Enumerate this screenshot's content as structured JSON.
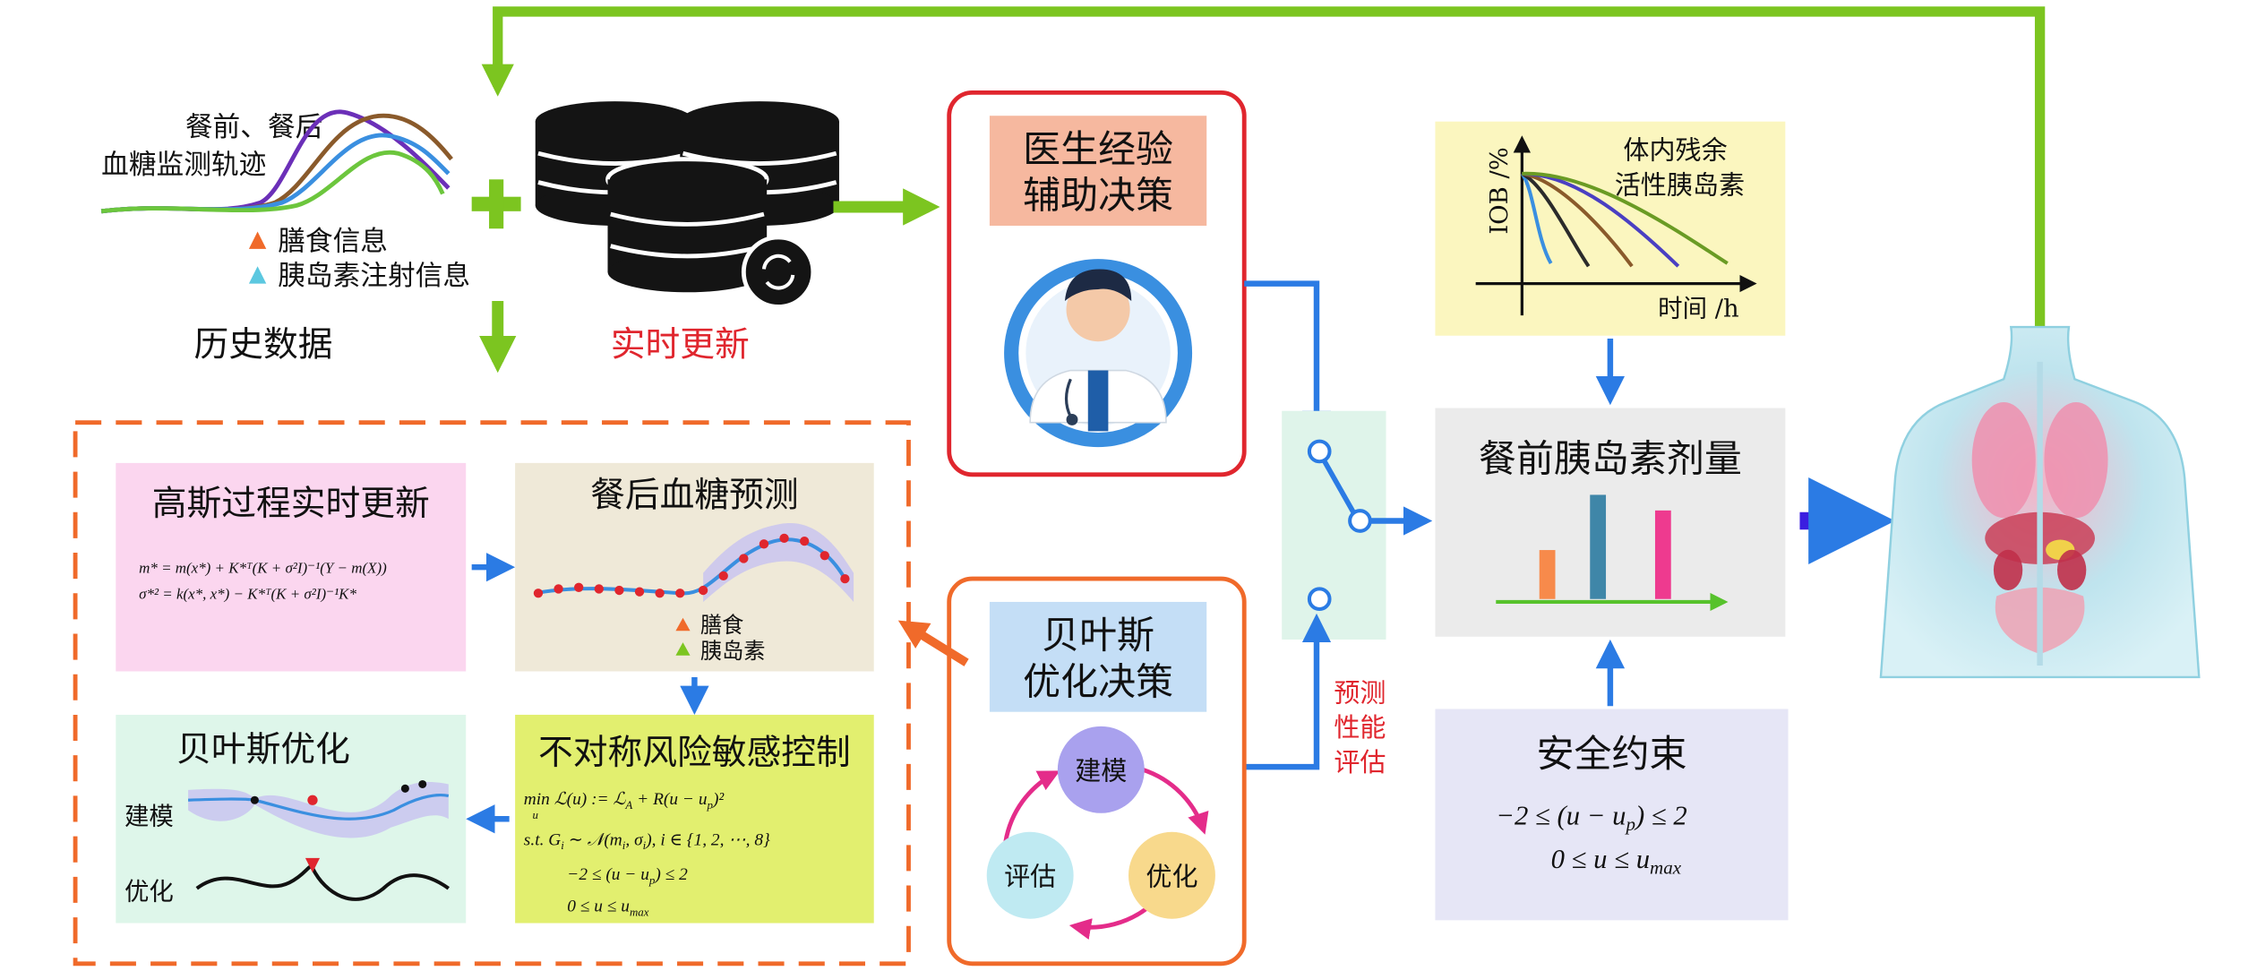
{
  "history": {
    "curve_label_1": "餐前、餐后",
    "curve_label_2": "血糖监测轨迹",
    "legend_meal": "膳食信息",
    "legend_insulin": "胰岛素注射信息",
    "title": "历史数据"
  },
  "realtime_update": "实时更新",
  "doctor": {
    "title_1": "医生经验",
    "title_2": "辅助决策"
  },
  "bayes_decision": {
    "title_1": "贝叶斯",
    "title_2": "优化决策",
    "cycle": [
      "建模",
      "优化",
      "评估"
    ]
  },
  "iob": {
    "ylabel": "IOB /%",
    "xlabel": "时间 /h",
    "caption_1": "体内残余",
    "caption_2": "活性胰岛素"
  },
  "dose": {
    "title": "餐前胰岛素剂量",
    "bars": [
      {
        "value": 0.47,
        "color": "#f78a4b"
      },
      {
        "value": 1.0,
        "color": "#3f86a8"
      },
      {
        "value": 0.85,
        "color": "#ee3a8f"
      }
    ]
  },
  "switch_label": [
    "预测",
    "性能",
    "评估"
  ],
  "safety": {
    "title": "安全约束",
    "line_1": "−2 ≤ (u − u",
    "line_1_sub": "p",
    "line_1_end": ") ≤ 2",
    "line_2": "0 ≤ u ≤ u",
    "line_2_sub": "max"
  },
  "gp": {
    "title": "高斯过程实时更新",
    "eq_1": "m* = m(x*) + K*ᵀ(K + σ²I)⁻¹(Y − m(X))",
    "eq_2": "σ*² = k(x*, x*) − K*ᵀ(K + σ²I)⁻¹K*"
  },
  "prediction": {
    "title": "餐后血糖预测",
    "legend_meal": "膳食",
    "legend_insulin": "胰岛素"
  },
  "bo": {
    "title": "贝叶斯优化",
    "model_label": "建模",
    "opt_label": "优化"
  },
  "control": {
    "title": "不对称风险敏感控制",
    "eq_1": "min  ℒ(u) := ℒ",
    "eq_1_b": " + R(u − u",
    "eq_1_c": ")²",
    "eq_1_under": "u",
    "eq_1_sub_a": "A",
    "eq_1_sub_p": "p",
    "eq_2": "s.t.  G",
    "eq_2_b": " ∼ 𝒩(m",
    "eq_2_c": ", σ",
    "eq_2_d": "),  i ∈ {1, 2, ⋯, 8}",
    "eq_3": "−2 ≤ (u − u",
    "eq_3_b": ") ≤ 2",
    "eq_4": "0 ≤ u ≤ u",
    "eq_4_sub": "max"
  }
}
